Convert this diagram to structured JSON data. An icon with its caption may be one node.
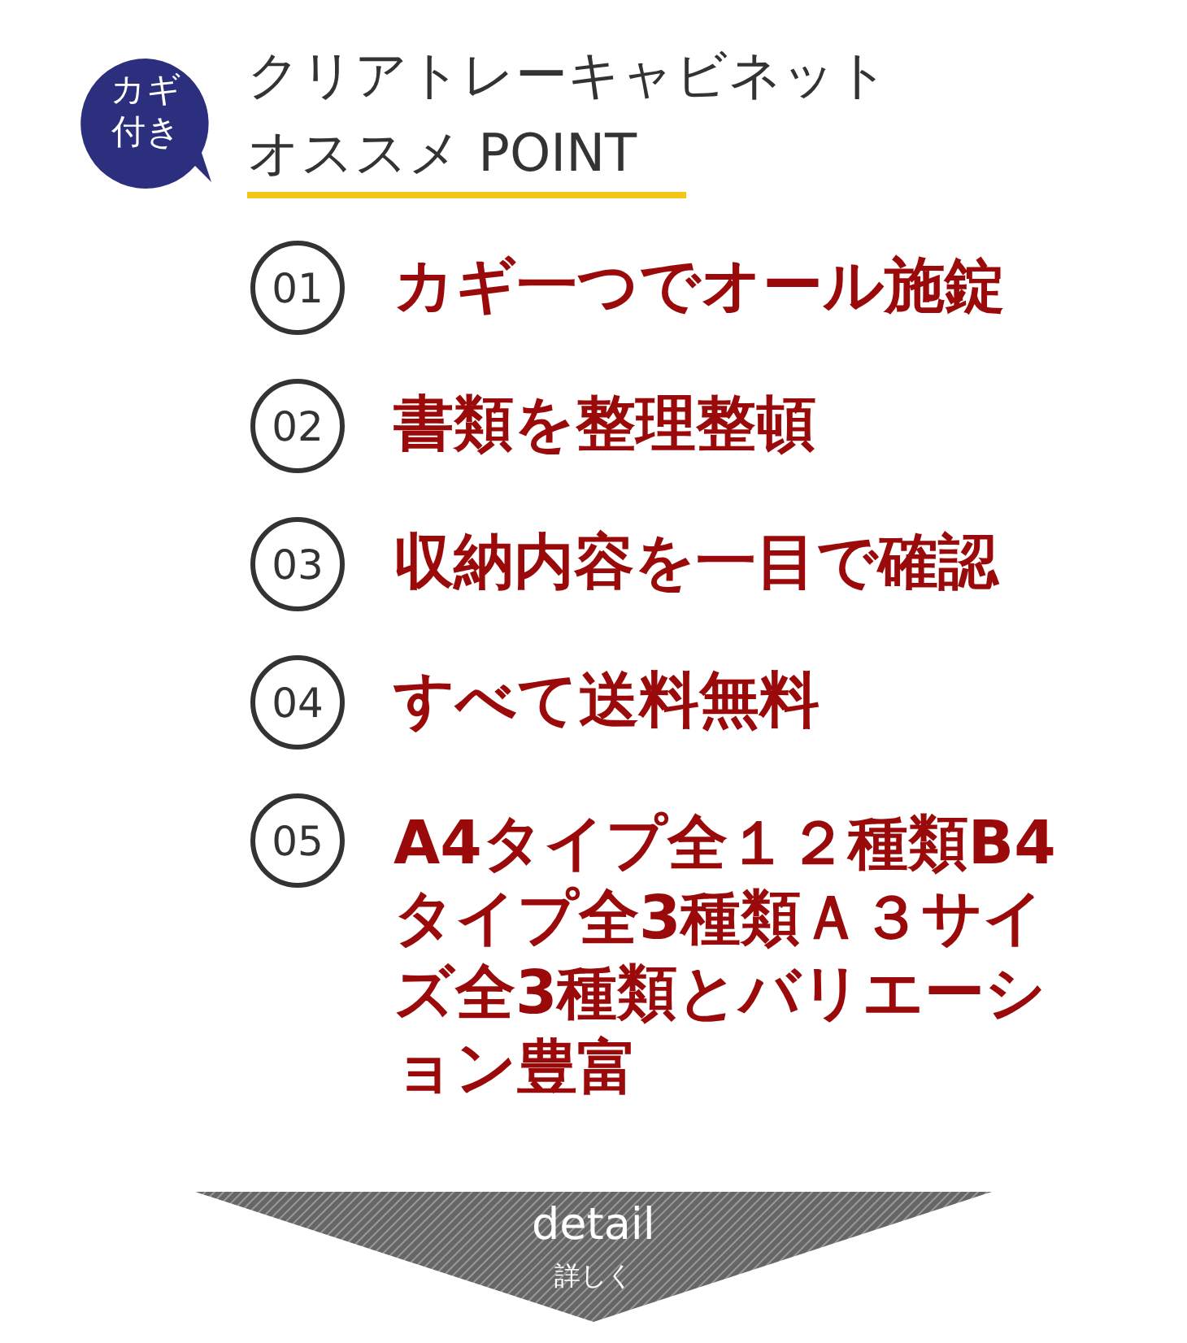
{
  "diagram": {
    "title": "クリアトレーキャビネットオススメ POINT",
    "nodes": [
      {
        "text": [
          "カギ付き"
        ]
      },
      {
        "text": [
          "01"
        ],
        "beside": [
          "カギ一つでオール施錠"
        ]
      },
      {
        "text": [
          "02"
        ],
        "beside": [
          "書類を整理整頓"
        ]
      },
      {
        "text": [
          "03"
        ],
        "beside": [
          "収納内容を一目で確認"
        ]
      },
      {
        "text": [
          "04"
        ],
        "beside": [
          "すべて送料無料"
        ]
      },
      {
        "text": [
          "05"
        ],
        "beside": [
          "A4タイプ全１２種類B4タイプ全3種類Ａ３サイズ全3種類とバリエーション豊富"
        ]
      },
      {
        "text": [
          "detail",
          "詳しく"
        ]
      }
    ]
  }
}
